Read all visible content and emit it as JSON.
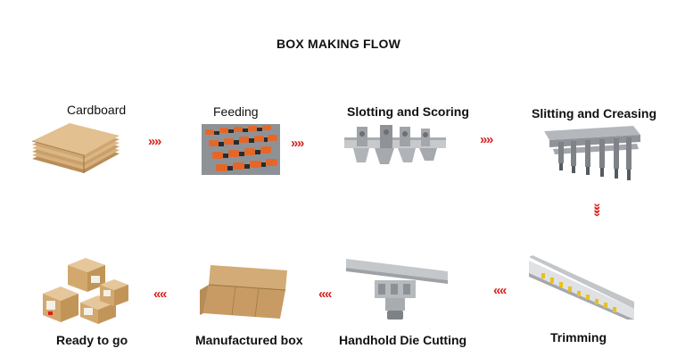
{
  "title": "BOX MAKING FLOW",
  "steps": [
    {
      "label": "Cardboard"
    },
    {
      "label": "Feeding"
    },
    {
      "label": "Slotting and Scoring"
    },
    {
      "label": "Slitting and Creasing"
    },
    {
      "label": "Trimming"
    },
    {
      "label": "Handhold Die Cutting"
    },
    {
      "label": "Manufactured box"
    },
    {
      "label": "Ready to go"
    }
  ],
  "arrows": {
    "right": "»",
    "left": "«",
    "down": "»"
  },
  "colors": {
    "arrow": "#d8201e",
    "cardboard": "#c9a06b",
    "roller": "#e4672a",
    "metal": "#b9bcc0"
  }
}
